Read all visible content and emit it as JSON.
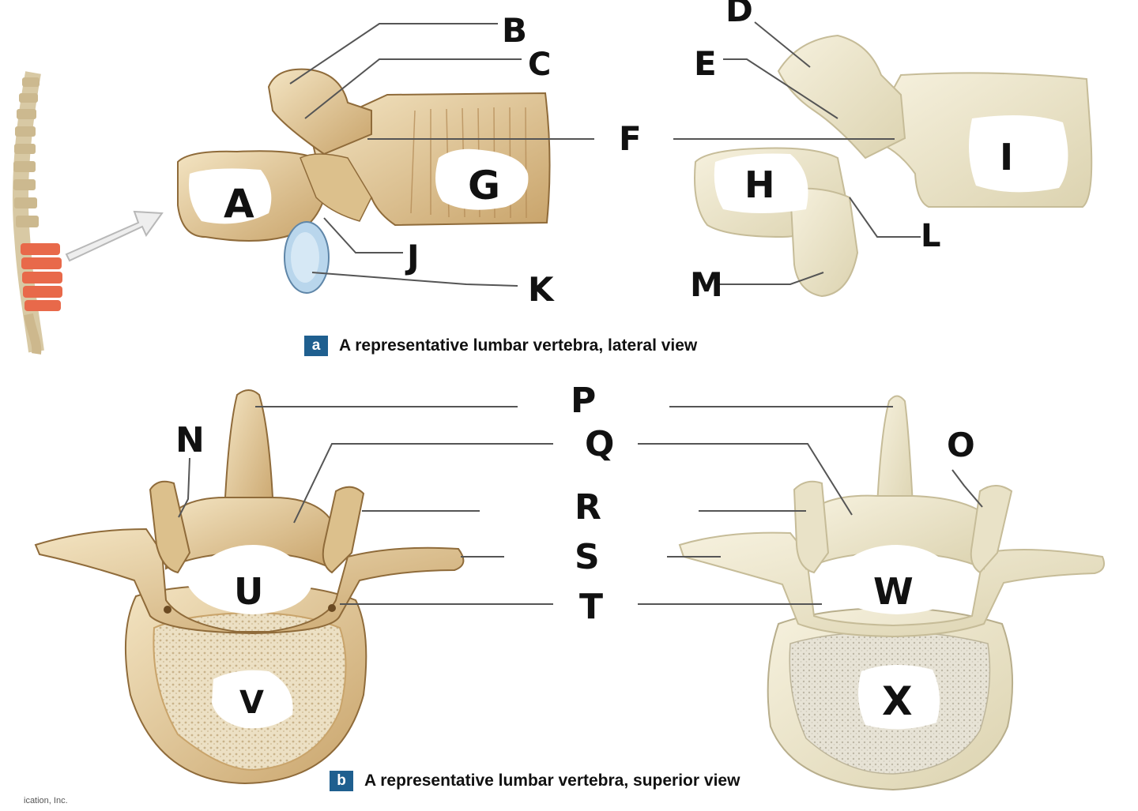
{
  "captions": {
    "a": {
      "badge": "a",
      "text": "A representative lumbar vertebra, lateral view"
    },
    "b": {
      "badge": "b",
      "text": "A representative lumbar vertebra, superior view"
    }
  },
  "credit": "ication, Inc.",
  "labels": {
    "A": "A",
    "B": "B",
    "C": "C",
    "D": "D",
    "E": "E",
    "F": "F",
    "G": "G",
    "H": "H",
    "I": "I",
    "J": "J",
    "K": "K",
    "L": "L",
    "M": "M",
    "N": "N",
    "O": "O",
    "P": "P",
    "Q": "Q",
    "R": "R",
    "S": "S",
    "T": "T",
    "U": "U",
    "V": "V",
    "W": "W",
    "X": "X"
  },
  "colors": {
    "badge": "#1f5f8f",
    "bone_illustration": "#e6d2a8",
    "bone_shadow": "#b58d55",
    "bone_photo": "#f0ead2",
    "cartilage": "#b9d6ec",
    "lumbar_highlight": "#e8694a"
  }
}
